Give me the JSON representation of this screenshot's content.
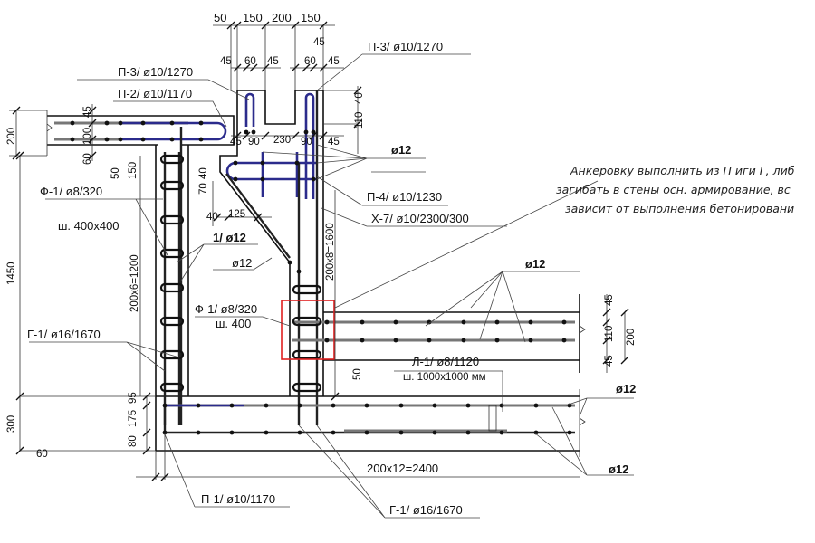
{
  "drawing": {
    "top_dims": {
      "row1": [
        "50",
        "150",
        "200",
        "150"
      ],
      "row2_left": [
        "45",
        "60",
        "45"
      ],
      "row2_right": [
        "60",
        "45"
      ],
      "right_45": "45"
    },
    "labels": {
      "p3_left": "П-3/ ø10/1270",
      "p3_right": "П-3/ ø10/1270",
      "p2": "П-2/ ø10/1170",
      "phi12_top": "ø12",
      "p4": "П-4/ ø10/1230",
      "x7": "Х-7/ ø10/2300/300",
      "f1_top_line1": "Ф-1/ ø8/320",
      "f1_top_line2": "ш. 400x400",
      "one_phi12": "1/ ø12",
      "phi12_mid": "ø12",
      "f1_mid_line1": "Ф-1/ ø8/320",
      "f1_mid_line2": "ш. 400",
      "g1_left": "Г-1/ ø16/1670",
      "phi12_slab_top": "ø12",
      "l1_line1": "Л-1/ ø8/1120",
      "l1_line2": "ш. 1000x1000 мм",
      "phi12_right": "ø12",
      "phi12_bottom": "ø12",
      "p1": "П-1/ ø10/1170",
      "g1_bottom": "Г-1/ ø16/1670"
    },
    "dims": {
      "d45_a": "45",
      "d90_a": "90",
      "d230": "230",
      "d90_b": "90",
      "d45_b": "45",
      "d40_top": "40",
      "d110_top": "110",
      "d200_left": "200",
      "d45_left": "45",
      "d100_left": "100",
      "d60_left": "60",
      "d50": "50",
      "d150": "150",
      "d40_b": "40",
      "d70": "70",
      "d40_c": "40",
      "d125": "125",
      "d1450": "1450",
      "d200x6": "200x6=1200",
      "d200x8": "200x8=1600",
      "d95": "95",
      "d175": "175",
      "d80": "80",
      "d300": "300",
      "d60_bottom": "60",
      "d50_mid": "50",
      "d45_r1": "45",
      "d110_r": "110",
      "d200_r": "200",
      "d45_r2": "45",
      "d200x12": "200x12=2400"
    },
    "note": {
      "line1": "Анкеровку выполнить из П иги Г, либ",
      "line2": "загибать в стены осн. армирование, вс",
      "line3": "зависит от выполнения бетонировани"
    },
    "colors": {
      "rebar_blue": "#2b2b8c",
      "highlight_red": "#e02020"
    }
  }
}
